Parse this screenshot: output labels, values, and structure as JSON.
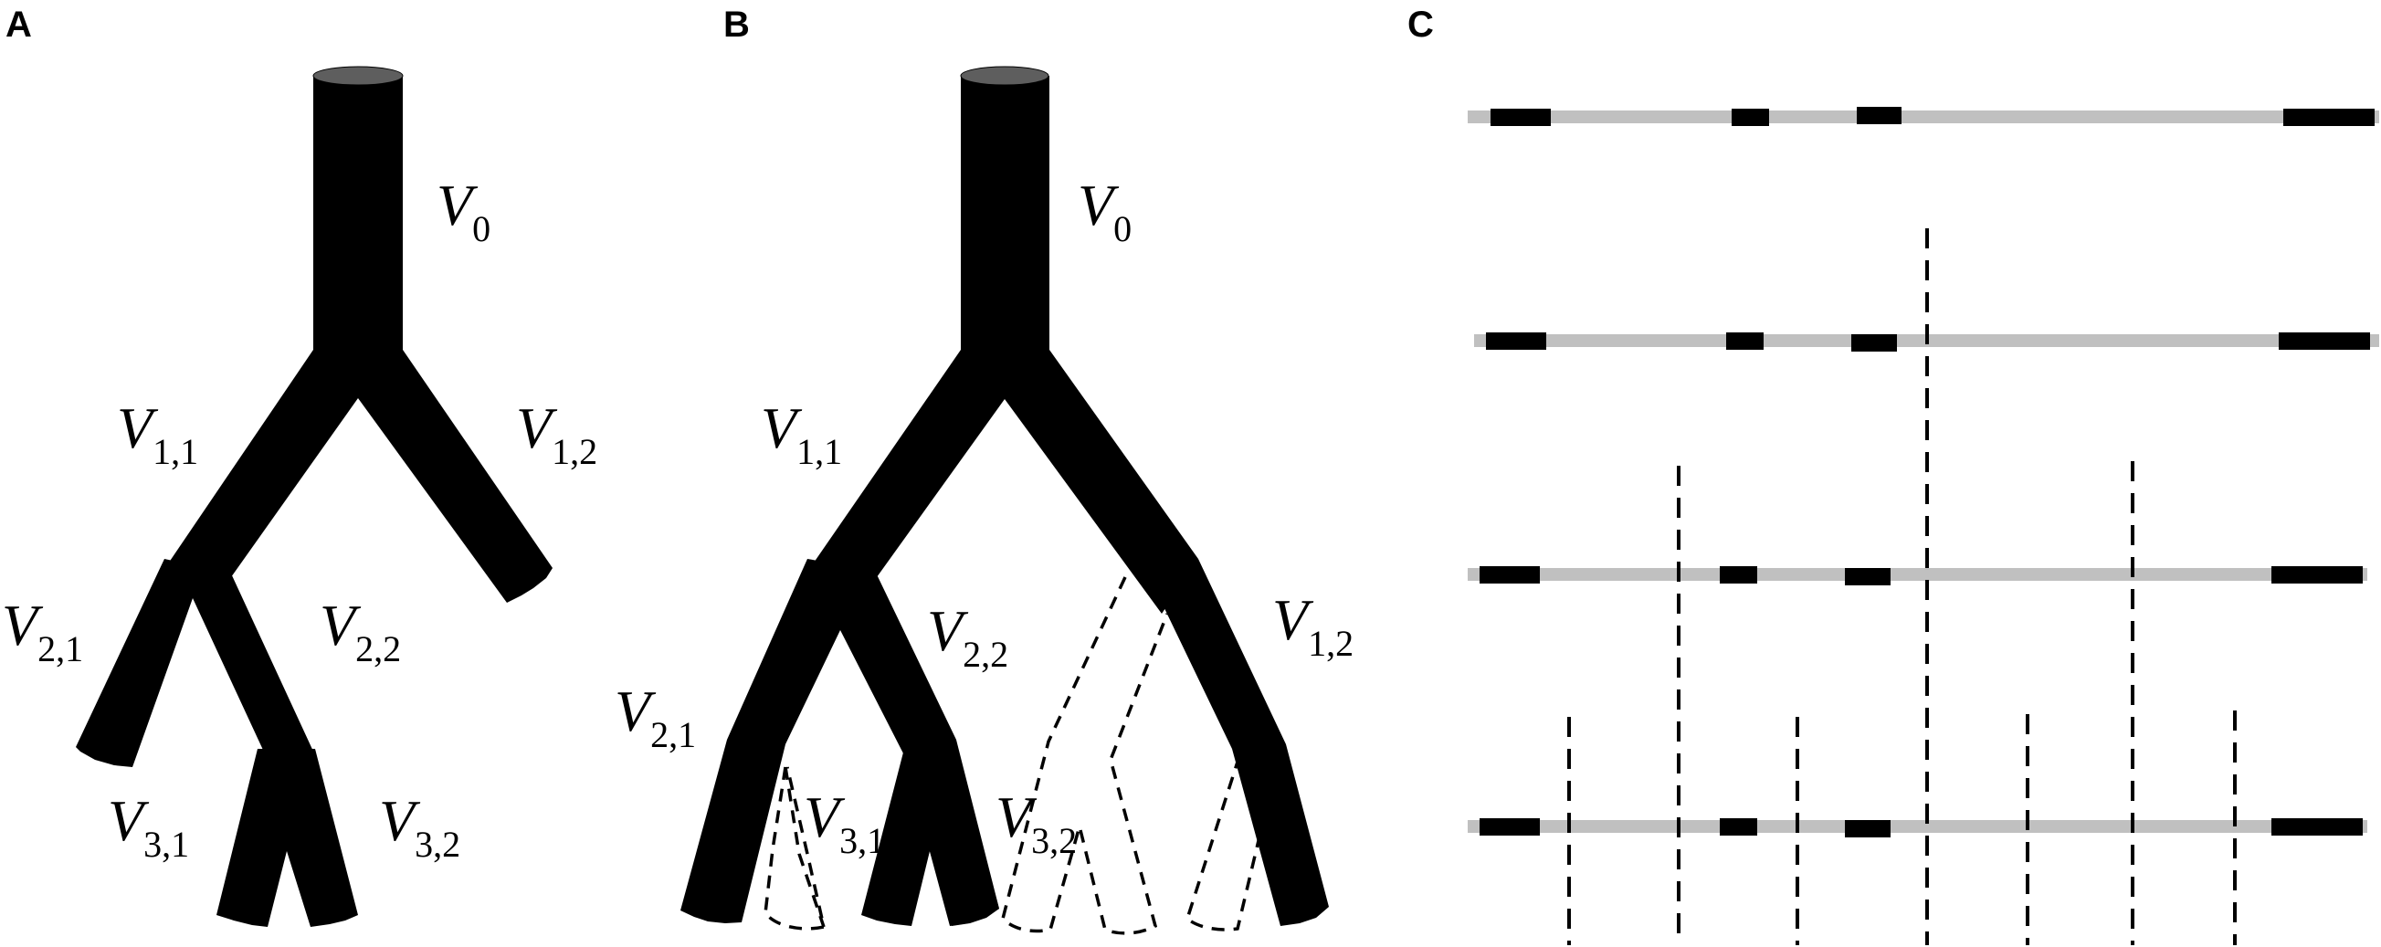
{
  "panels": {
    "a": {
      "letter": "A",
      "labels": [
        {
          "id": "v0",
          "name": "V",
          "sub": "0"
        },
        {
          "id": "v11",
          "name": "V",
          "sub": "1,1"
        },
        {
          "id": "v12",
          "name": "V",
          "sub": "1,2"
        },
        {
          "id": "v21",
          "name": "V",
          "sub": "2,1"
        },
        {
          "id": "v22",
          "name": "V",
          "sub": "2,2"
        },
        {
          "id": "v31",
          "name": "V",
          "sub": "3,1"
        },
        {
          "id": "v32",
          "name": "V",
          "sub": "3,2"
        }
      ]
    },
    "b": {
      "letter": "B",
      "labels": [
        {
          "id": "v0",
          "name": "V",
          "sub": "0"
        },
        {
          "id": "v11",
          "name": "V",
          "sub": "1,1"
        },
        {
          "id": "v12",
          "name": "V",
          "sub": "1,2"
        },
        {
          "id": "v21",
          "name": "V",
          "sub": "2,1"
        },
        {
          "id": "v22",
          "name": "V",
          "sub": "2,2"
        },
        {
          "id": "v31",
          "name": "V",
          "sub": "3,1"
        },
        {
          "id": "v32",
          "name": "V",
          "sub": "3,2"
        }
      ]
    },
    "c": {
      "letter": "C"
    }
  },
  "colors": {
    "vessel": "#000000",
    "vessel_cap": "#5e5e5e",
    "track": "#c0c0c0",
    "segment": "#000000"
  }
}
